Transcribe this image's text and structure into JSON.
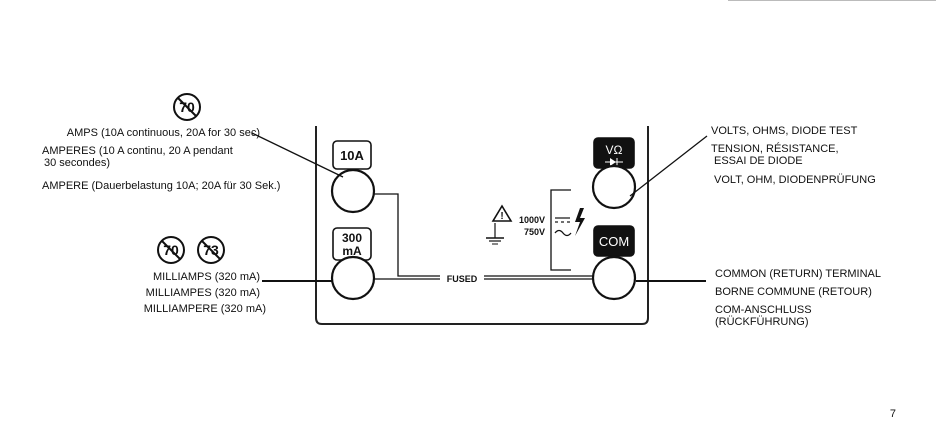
{
  "left_labels": {
    "amps": {
      "en": "AMPS (10A continuous, 20A for 30 sec)",
      "fr_line1": "AMPERES (10 A continu, 20 A pendant",
      "fr_line2": "30 secondes)",
      "de": "AMPERE (Dauerbelastung 10A; 20A für 30 Sek.)"
    },
    "milliamps": {
      "en": "MILLIAMPS (320 mA)",
      "fr": "MILLIAMPES (320 mA)",
      "de": "MILLIAMPERE (320 mA)"
    }
  },
  "right_labels": {
    "volts": {
      "en": "VOLTS, OHMS, DIODE TEST",
      "fr_line1": "TENSION, RÉSISTANCE,",
      "fr_line2": "ESSAI DE DIODE",
      "de": "VOLT, OHM, DIODENPRÜFUNG"
    },
    "common": {
      "en": "COMMON (RETURN) TERMINAL",
      "fr": "BORNE COMMUNE (RETOUR)",
      "de_line1": "COM-ANSCHLUSS",
      "de_line2": "(RÜCKFÜHRUNG)"
    }
  },
  "terminals": {
    "amps_label": "10A",
    "ma_line1": "300",
    "ma_line2": "mA",
    "volts_label": "VΩ",
    "com_label": "COM"
  },
  "fused_label": "FUSED",
  "voltage": {
    "dc": "1000V",
    "ac": "750V"
  },
  "badges": [
    "70",
    "70",
    "73"
  ],
  "page_number": "7"
}
